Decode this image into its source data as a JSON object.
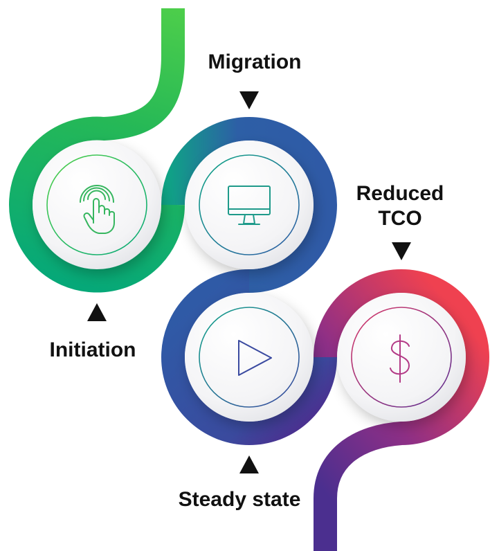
{
  "steps": [
    {
      "id": "initiation",
      "label": "Initiation",
      "icon": "touch-hand-icon",
      "color": "#36b373"
    },
    {
      "id": "migration",
      "label": "Migration",
      "icon": "monitor-icon",
      "color": "#2e63a6"
    },
    {
      "id": "steady_state",
      "label": "Steady state",
      "icon": "play-icon",
      "color": "#3458a8"
    },
    {
      "id": "reduced_tco",
      "label": "Reduced\nTCO",
      "icon": "dollar-icon",
      "color": "#c2357a"
    }
  ],
  "colors": {
    "green_light": "#4fcf4a",
    "green": "#06a878",
    "teal": "#0ea585",
    "blue": "#2f5aa6",
    "purple": "#4b2f8f",
    "red": "#ef4150",
    "arrow": "#111111",
    "text": "#111111"
  }
}
